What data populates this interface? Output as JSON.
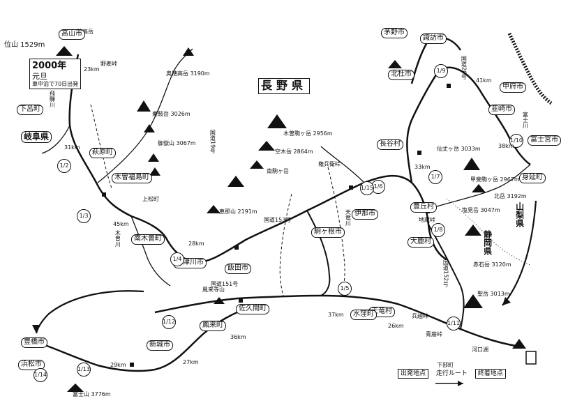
{
  "title_box": {
    "year": "2000年",
    "era": "元旦",
    "note": "車中泊で70日出発"
  },
  "prefectures": {
    "nagano": "長野県",
    "gifu": "岐阜県",
    "shizuoka": "静岡県",
    "yamanashi": "山梨県"
  },
  "mountains": {
    "kuraiyama": "位山 1529m",
    "hodaka": "穂高岳",
    "okuhodaka": "奥穂高岳 3190m",
    "norikura": "乗鞍岳 3026m",
    "ontake": "御嶽山 3067m",
    "kisokoma": "木曽駒ヶ岳 2956m",
    "utsugi": "空木岳 2864m",
    "minamikoma": "南駒ヶ岳",
    "ena": "恵那山 2191m",
    "kaikoma": "甲斐駒ヶ岳 2967m",
    "senjo": "仙丈ヶ岳 3033m",
    "kitadake": "北岳 3192m",
    "shiomi": "塩見岳 3047m",
    "akaishi": "赤石岳 3120m",
    "hijiri": "聖岳 3013m",
    "fuji": "富士山 3776m",
    "hoorai": "鳳来寺山"
  },
  "towns": {
    "takayama": "高山市",
    "gero": "下呂町",
    "hagiwara": "萩原町",
    "kiso": "木曽福島町",
    "agematsu": "上松町",
    "nagiso": "南木曽町",
    "nakatsugawa": "中津川市",
    "iida": "飯田市",
    "ina": "伊那市",
    "komagane": "駒ヶ根市",
    "chino": "茅野市",
    "suwa": "諏訪市",
    "hokuto": "北杜市",
    "kofu": "甲府市",
    "nirasaki": "韮崎市",
    "hase": "長谷村",
    "ooshika": "大鹿村",
    "toyooka": "豊丘村",
    "tenryu": "天竜村",
    "misakubo": "水窪町",
    "sakuma": "佐久間町",
    "shinshiro": "新城市",
    "houraicho": "鳳来町",
    "toyohashi": "豊橋市",
    "hamamatsu": "浜松市",
    "fujinomiya": "富士宮市",
    "minobu": "身延町",
    "kawaguchiko": "河口湖",
    "shimobe": "下部町"
  },
  "rivers": {
    "tenryu_river": "天竜川",
    "kiso_river": "木曽川",
    "fuji_river": "富士川",
    "hida_river": "飛騨川"
  },
  "roads": {
    "r19": "国道19号",
    "r153": "国道153号",
    "r152": "国道152号",
    "r151": "国道151号",
    "r20": "国道20号"
  },
  "passes": {
    "nomugi": "野麦峠",
    "gonbei": "権兵衛峠",
    "jizo": "地蔵峠",
    "hyogoshi": "兵越峠",
    "aokuzure": "青崩峠"
  },
  "stays": [
    "1/2",
    "1/3",
    "1/4",
    "1/5",
    "1/6",
    "1/7",
    "1/8",
    "1/9",
    "1/10",
    "1/11",
    "1/12",
    "1/13",
    "1/14",
    "1/15"
  ],
  "distances": [
    "23km",
    "31km",
    "45km",
    "28km",
    "37km",
    "26km",
    "33km",
    "41km",
    "27km",
    "36km",
    "29km",
    "38km"
  ],
  "legend": {
    "start": "出発地点",
    "route": "走行ルート",
    "end": "終着地点"
  },
  "colors": {
    "ink": "#111111",
    "paper": "#ffffff"
  }
}
